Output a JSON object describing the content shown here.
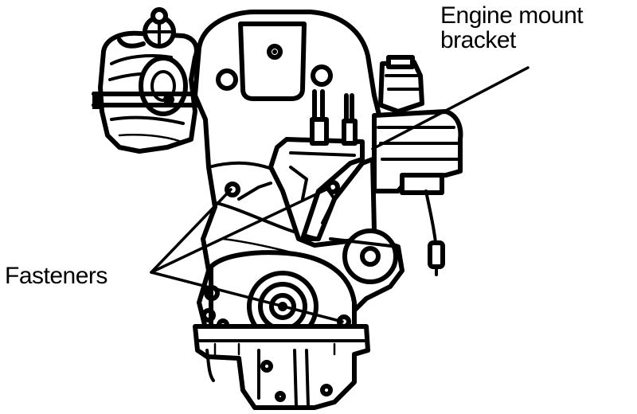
{
  "labels": {
    "engine_mount_line1": "Engine mount",
    "engine_mount_line2": "bracket",
    "fasteners": "Fasteners"
  },
  "colors": {
    "ink": "#000000",
    "background": "#ffffff"
  }
}
